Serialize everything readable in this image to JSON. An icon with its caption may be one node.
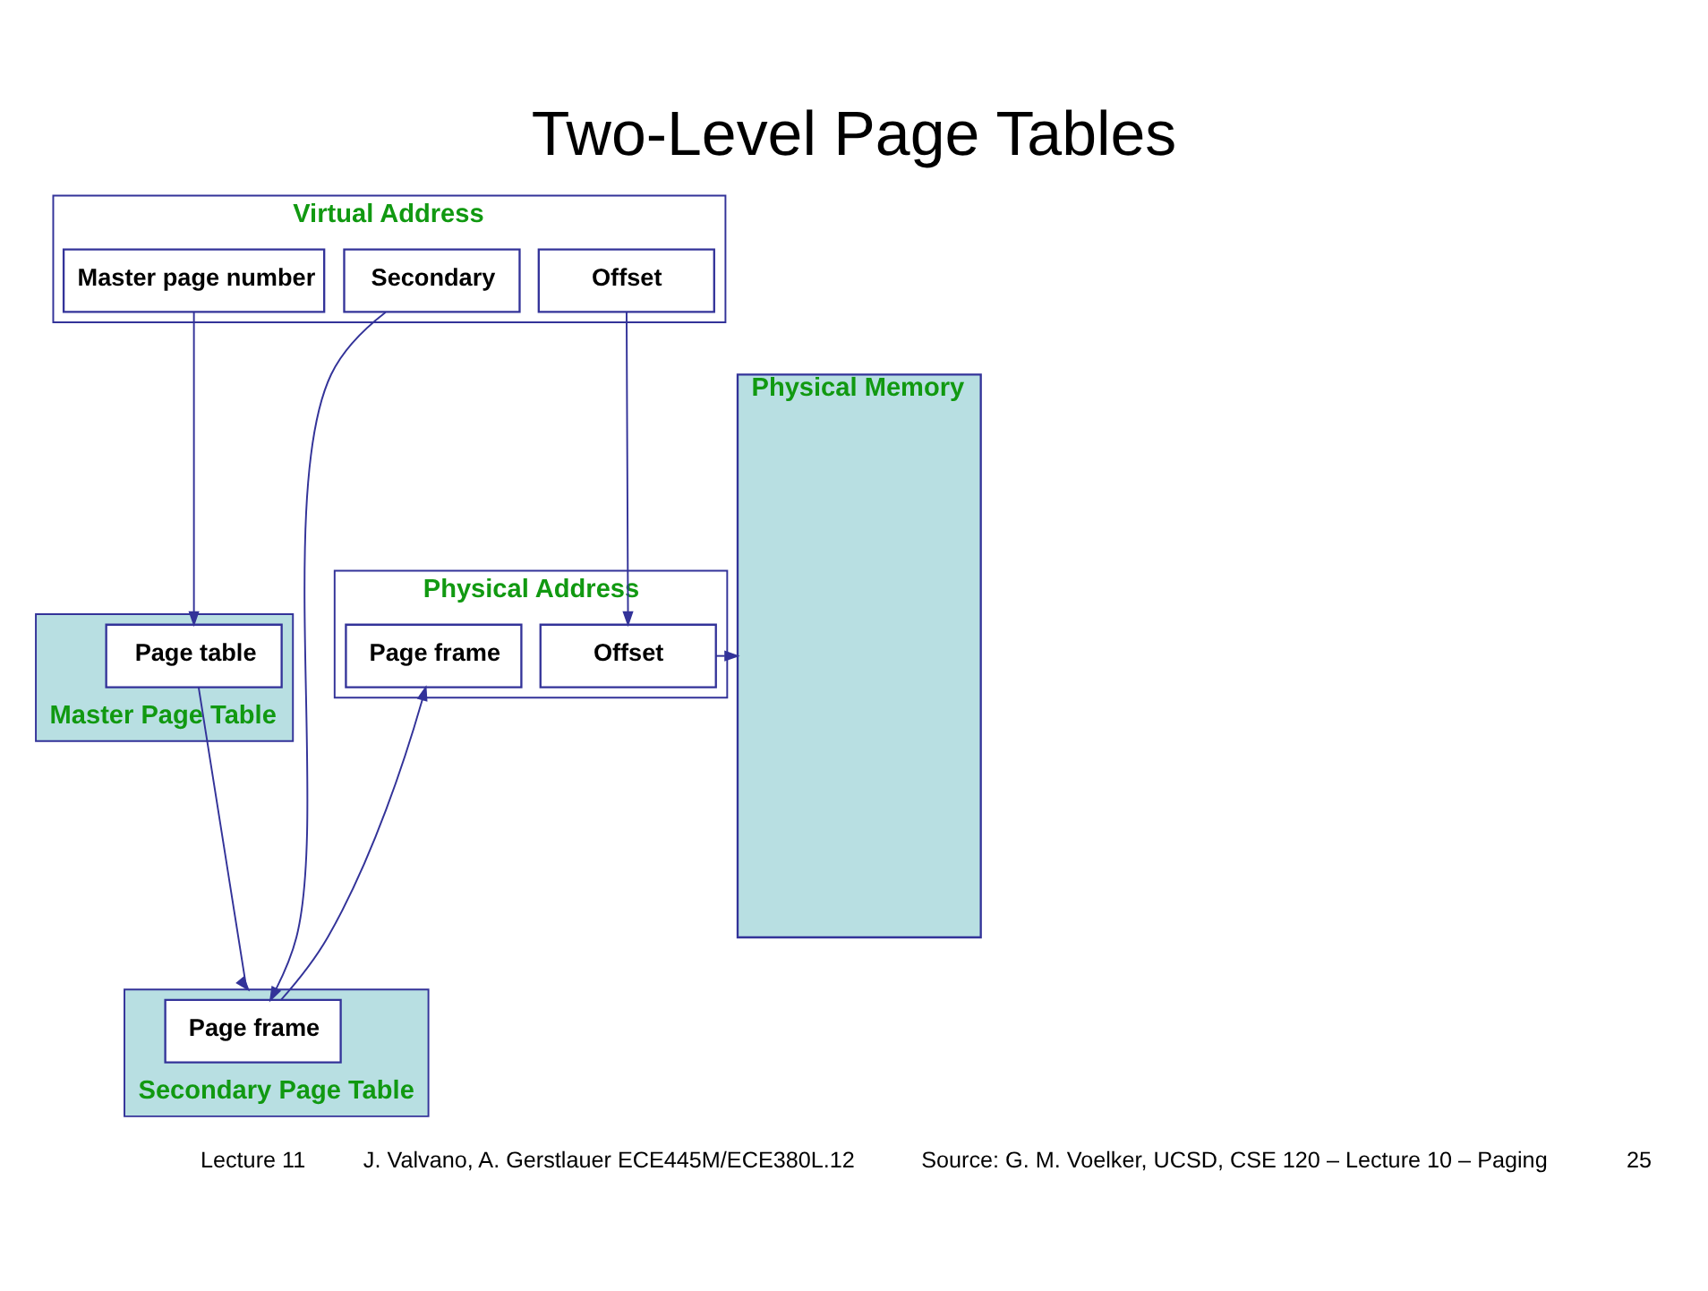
{
  "diagram": {
    "title": "Two-Level Page Tables",
    "nodes": [
      {
        "text": [
          "Virtual Address"
        ]
      },
      {
        "text": [
          "Master page number"
        ],
        "in": 0
      },
      {
        "text": [
          "Secondary"
        ],
        "in": 0
      },
      {
        "text": [
          "Offset"
        ],
        "in": 0
      },
      {
        "text": [
          "Master Page Table"
        ]
      },
      {
        "text": [
          "Page table"
        ],
        "in": 4
      },
      {
        "text": [
          "Secondary Page Table"
        ]
      },
      {
        "text": [
          "Page frame"
        ],
        "in": 6
      },
      {
        "text": [
          "Physical Address"
        ]
      },
      {
        "text": [
          "Page frame"
        ],
        "in": 8
      },
      {
        "text": [
          "Offset"
        ],
        "in": 8
      },
      {
        "text": [
          "Physical Memory"
        ]
      }
    ],
    "edges": [
      {
        "from": 1,
        "to": 5,
        "arrow": "to"
      },
      {
        "from": 5,
        "to": 6,
        "arrow": "to"
      },
      {
        "from": 2,
        "to": 7,
        "arrow": "to"
      },
      {
        "from": 7,
        "to": 9,
        "arrow": "to"
      },
      {
        "from": 3,
        "to": 10,
        "arrow": "to"
      },
      {
        "from": 10,
        "to": 11,
        "arrow": "to"
      }
    ],
    "labels": [
      "Lecture 11",
      "J. Valvano, A. Gerstlauer ECE445M/ECE380L.12",
      "Source: G. M. Voelker, UCSD, CSE 120 – Lecture 10 – Paging",
      "25"
    ]
  }
}
